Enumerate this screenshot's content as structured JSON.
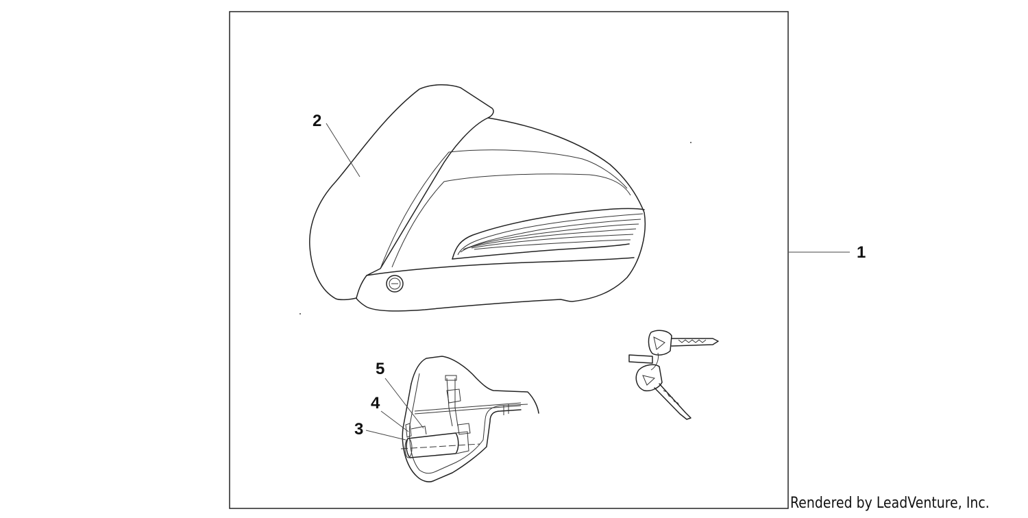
{
  "callouts": {
    "c1": "1",
    "c2": "2",
    "c3": "3",
    "c4": "4",
    "c5": "5"
  },
  "credit": "Rendered by LeadVenture, Inc.",
  "icons": [
    "saddlebag-illustration",
    "lock-assembly-illustration",
    "keys-illustration"
  ]
}
